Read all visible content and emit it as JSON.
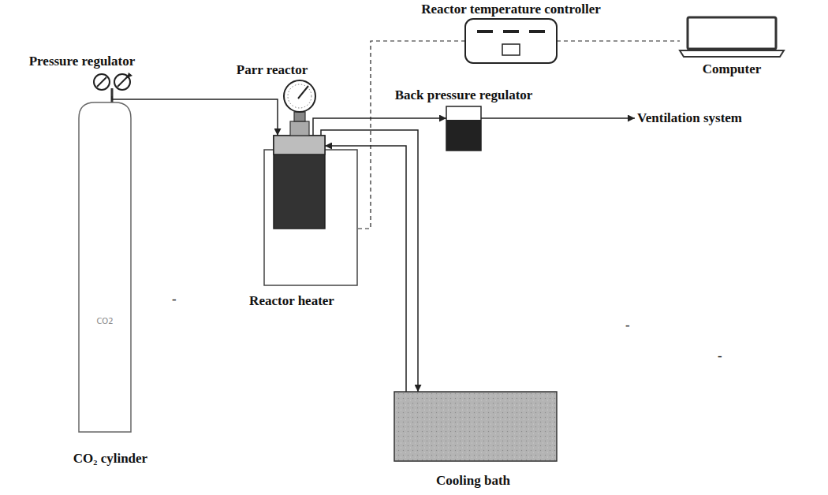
{
  "diagram": {
    "nodes": [
      {
        "text": [
          "Reactor temperature controller"
        ]
      },
      {
        "text": [
          "Computer"
        ]
      },
      {
        "text": [
          "Pressure regulator"
        ]
      },
      {
        "text": [
          "Reactor heater"
        ]
      },
      {
        "text": [
          "Parr reactor"
        ],
        "in": 3
      },
      {
        "text": [
          "Back pressure regulator"
        ]
      },
      {
        "text": [
          "Ventilation system"
        ]
      },
      {
        "text": [
          "CO2",
          "CO₂ cylinder"
        ]
      },
      {
        "text": [
          "Cooling bath"
        ]
      }
    ],
    "edges": [
      {
        "from": 2,
        "to": 4,
        "arrow": "to"
      },
      {
        "from": 4,
        "to": 5,
        "arrow": "to"
      },
      {
        "from": 5,
        "to": 6,
        "arrow": "to"
      },
      {
        "from": 4,
        "to": 8,
        "arrow": "to"
      },
      {
        "from": 8,
        "to": 4,
        "arrow": "to"
      },
      {
        "from": 0,
        "to": 3,
        "arrow": "none"
      },
      {
        "from": 0,
        "to": 1,
        "arrow": "none"
      }
    ],
    "labels": [
      "-",
      "-",
      "-"
    ]
  }
}
